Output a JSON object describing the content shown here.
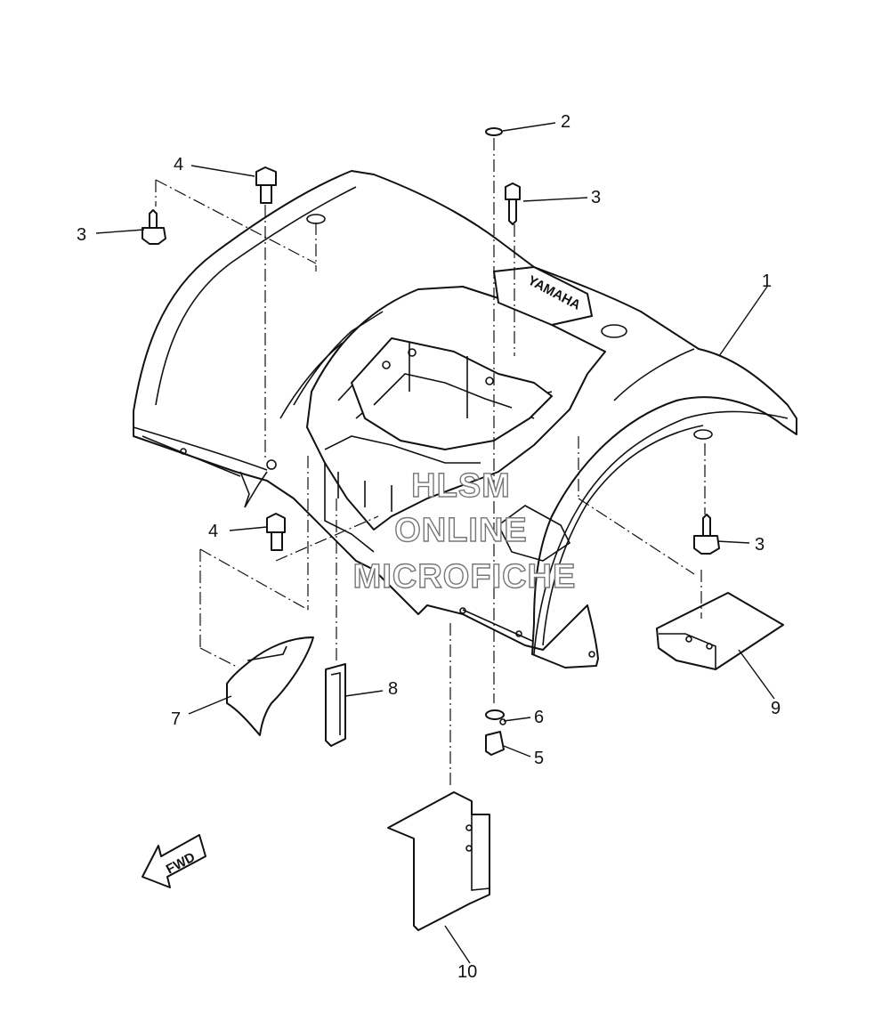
{
  "diagram": {
    "brand_mark": "YAMAHA",
    "direction_label": "FWD",
    "callouts": [
      {
        "id": "c1",
        "label": "1"
      },
      {
        "id": "c2",
        "label": "2"
      },
      {
        "id": "c3a",
        "label": "3"
      },
      {
        "id": "c3b",
        "label": "3"
      },
      {
        "id": "c3c",
        "label": "3"
      },
      {
        "id": "c4a",
        "label": "4"
      },
      {
        "id": "c4b",
        "label": "4"
      },
      {
        "id": "c5",
        "label": "5"
      },
      {
        "id": "c6",
        "label": "6"
      },
      {
        "id": "c7",
        "label": "7"
      },
      {
        "id": "c8",
        "label": "8"
      },
      {
        "id": "c9",
        "label": "9"
      },
      {
        "id": "c10",
        "label": "10"
      }
    ]
  },
  "watermark": {
    "line1": "HLSM",
    "line2": "ONLINE",
    "line3": "MICROFICHE"
  }
}
